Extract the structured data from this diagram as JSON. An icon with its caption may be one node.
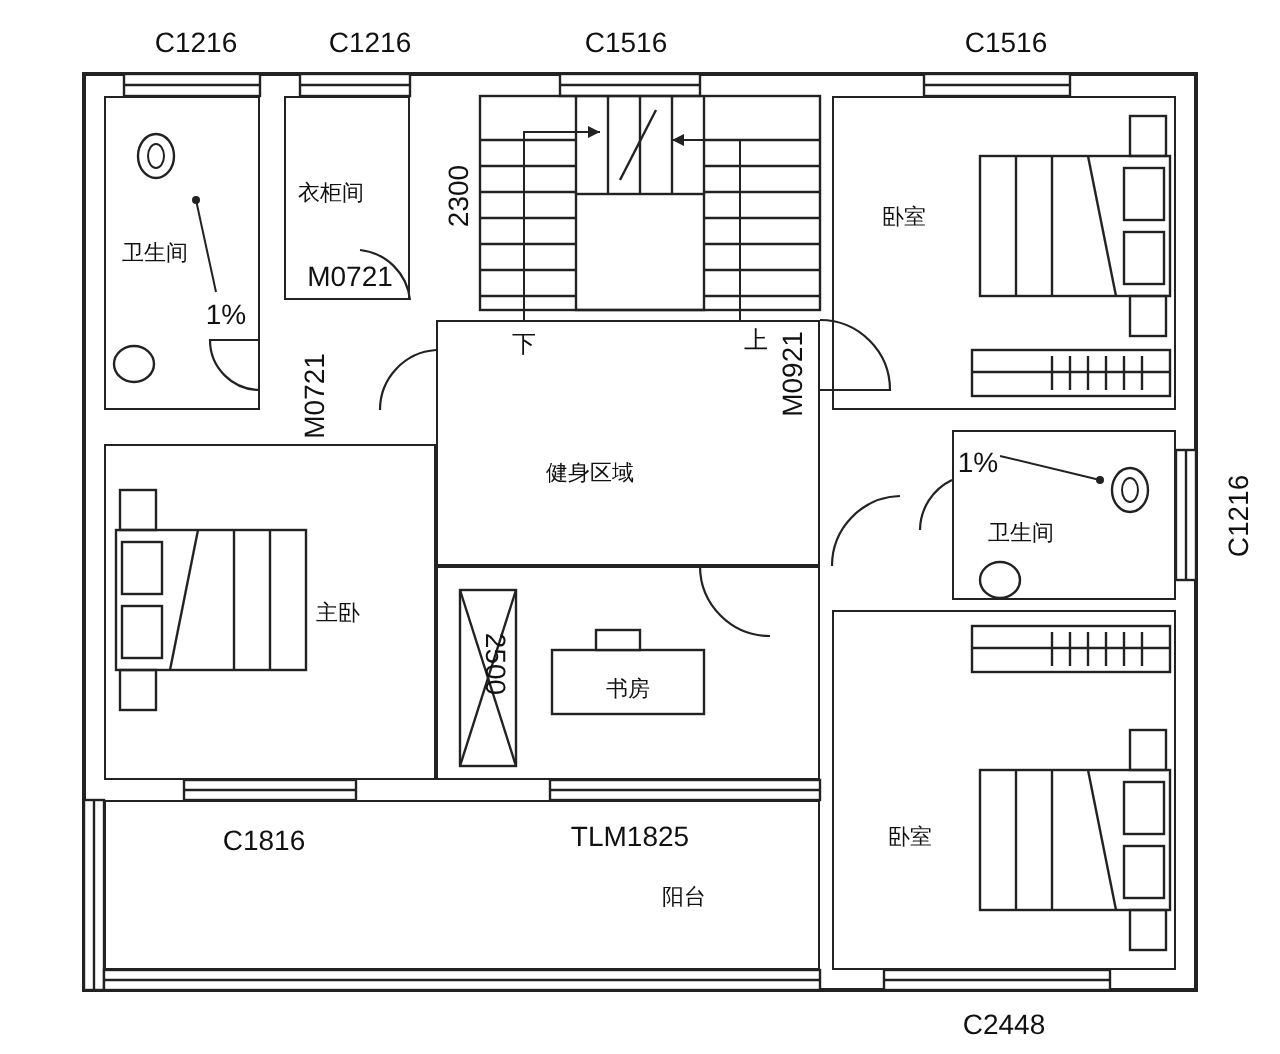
{
  "diagram": {
    "nodes": [
      {
        "text": [
          "卫生间"
        ]
      },
      {
        "text": [
          "衣柜间"
        ]
      },
      {
        "text": [
          "卧室"
        ]
      },
      {
        "text": [
          "健身区域"
        ]
      },
      {
        "text": [
          "卫生间"
        ]
      },
      {
        "text": [
          "主卧"
        ]
      },
      {
        "text": [
          "书房"
        ]
      },
      {
        "text": [
          "卧室"
        ]
      },
      {
        "text": [
          "阳台"
        ]
      }
    ],
    "edges": [],
    "labels": [
      "C1216",
      "C1216",
      "C1516",
      "C1516",
      "2300",
      "M0721",
      "1%",
      "M0721",
      "下",
      "上",
      "M0921",
      "1%",
      "C1216",
      "2500",
      "C1816",
      "TLM1825",
      "C2448"
    ]
  }
}
